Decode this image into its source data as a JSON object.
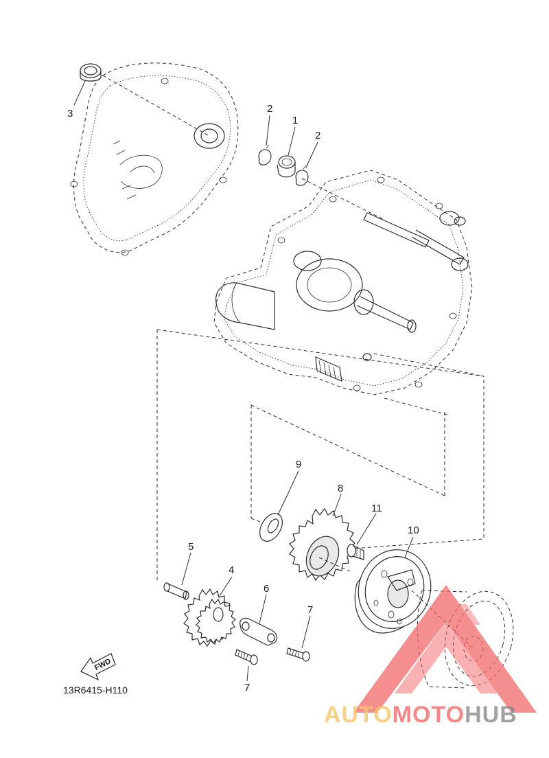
{
  "diagram": {
    "code": "13R6415-H110",
    "fwd_label": "FWD",
    "callouts": [
      "1",
      "2",
      "2",
      "3",
      "4",
      "5",
      "6",
      "7",
      "7",
      "8",
      "9",
      "10",
      "11"
    ]
  },
  "watermark": {
    "part1": "AUTO",
    "part2": "MOTO",
    "part3": "HUB",
    "color_orange": "#f5c66e",
    "color_red": "#f26a6a",
    "color_gray": "#8a8a8a"
  }
}
